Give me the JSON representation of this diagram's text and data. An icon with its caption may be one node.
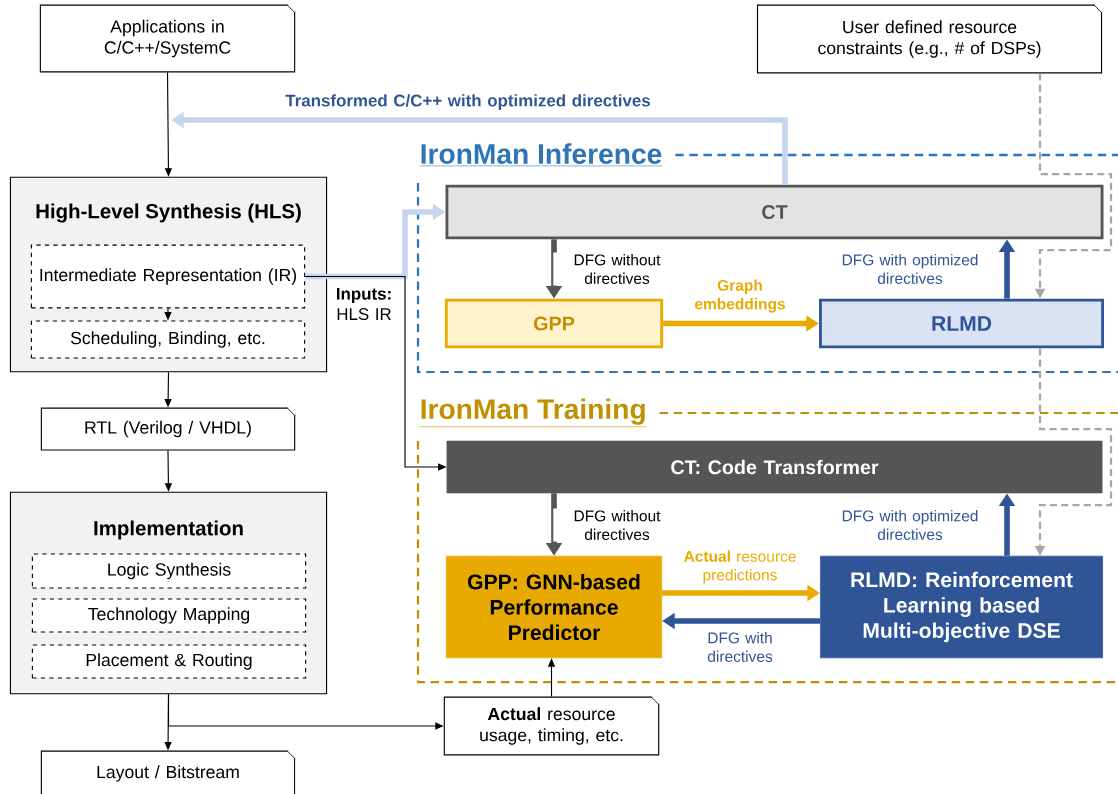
{
  "diagram": {
    "nodes": [
      {
        "text": [
          "Applications in C/C++/SystemC"
        ]
      },
      {
        "text": [
          "High-Level Synthesis (HLS)"
        ]
      },
      {
        "text": [
          "Intermediate Representation (IR)"
        ],
        "in": 1
      },
      {
        "text": [
          "Scheduling, Binding, etc."
        ],
        "in": 1
      },
      {
        "text": [
          "RTL (Verilog / VHDL)"
        ]
      },
      {
        "text": [
          "Implementation"
        ]
      },
      {
        "text": [
          "Logic Synthesis"
        ],
        "in": 5
      },
      {
        "text": [
          "Technology Mapping"
        ],
        "in": 5
      },
      {
        "text": [
          "Placement & Routing"
        ],
        "in": 5
      },
      {
        "text": [
          "Layout / Bitstream"
        ]
      },
      {
        "text": [
          "User defined resource constraints (e.g., # of DSPs)"
        ]
      },
      {
        "text": [
          "IronMan Inference"
        ]
      },
      {
        "text": [
          "CT"
        ],
        "in": 11
      },
      {
        "text": [
          "GPP"
        ],
        "in": 11
      },
      {
        "text": [
          "RLMD"
        ],
        "in": 11
      },
      {
        "text": [
          "IronMan Training"
        ]
      },
      {
        "text": [
          "CT: Code Transformer"
        ],
        "in": 15
      },
      {
        "text": [
          "GPP: GNN-based Performance Predictor"
        ],
        "in": 15
      },
      {
        "text": [
          "RLMD: Reinforcement Learning based Multi-objective DSE"
        ],
        "in": 15
      },
      {
        "text": [
          "**Actual** resource usage, timing, etc."
        ]
      }
    ],
    "edges": [
      {
        "from": 0,
        "to": 1,
        "arrow": "to"
      },
      {
        "from": 1,
        "to": 4,
        "arrow": "to"
      },
      {
        "from": 2,
        "to": 3,
        "arrow": "to"
      },
      {
        "from": 4,
        "to": 5,
        "arrow": "to"
      },
      {
        "from": 5,
        "to": 9,
        "arrow": "to"
      },
      {
        "from": 5,
        "to": 19,
        "arrow": "to"
      },
      {
        "from": 19,
        "to": 17,
        "arrow": "to"
      },
      {
        "from": 12,
        "to": null,
        "arrow": "to",
        "label": "Transformed C/C++ with optimized directives",
        "style": "thick",
        "color": "#c5d5ee"
      },
      {
        "from": 2,
        "to": 12,
        "arrow": "to",
        "label": "**Inputs:** HLS IR",
        "style": "thick",
        "color": "#c5d5ee"
      },
      {
        "from": 2,
        "to": 16,
        "arrow": "to"
      },
      {
        "from": 12,
        "to": 13,
        "arrow": "to",
        "label": "DFG without directives",
        "style": "thick",
        "color": "#555555"
      },
      {
        "from": 13,
        "to": 14,
        "arrow": "to",
        "label": "Graph embeddings",
        "style": "thick",
        "color": "#e8a900"
      },
      {
        "from": 14,
        "to": 12,
        "arrow": "to",
        "label": "DFG with optimized directives",
        "style": "thick",
        "color": "#2f5597"
      },
      {
        "from": 10,
        "to": 14,
        "arrow": "to",
        "style": "dashed",
        "color": "#a6a6a6"
      },
      {
        "from": 14,
        "to": 18,
        "arrow": "to",
        "style": "dashed",
        "color": "#a6a6a6"
      },
      {
        "from": 16,
        "to": 17,
        "arrow": "to",
        "label": "DFG without directives",
        "style": "thick",
        "color": "#555555"
      },
      {
        "from": 17,
        "to": 18,
        "arrow": "to",
        "label": "**Actual** resource predictions",
        "style": "thick",
        "color": "#e8a900"
      },
      {
        "from": 18,
        "to": 17,
        "arrow": "to",
        "label": "DFG with directives",
        "style": "thick",
        "color": "#2f5597"
      },
      {
        "from": 18,
        "to": 16,
        "arrow": "to",
        "label": "DFG with optimized directives",
        "style": "thick",
        "color": "#2f5597"
      }
    ]
  }
}
